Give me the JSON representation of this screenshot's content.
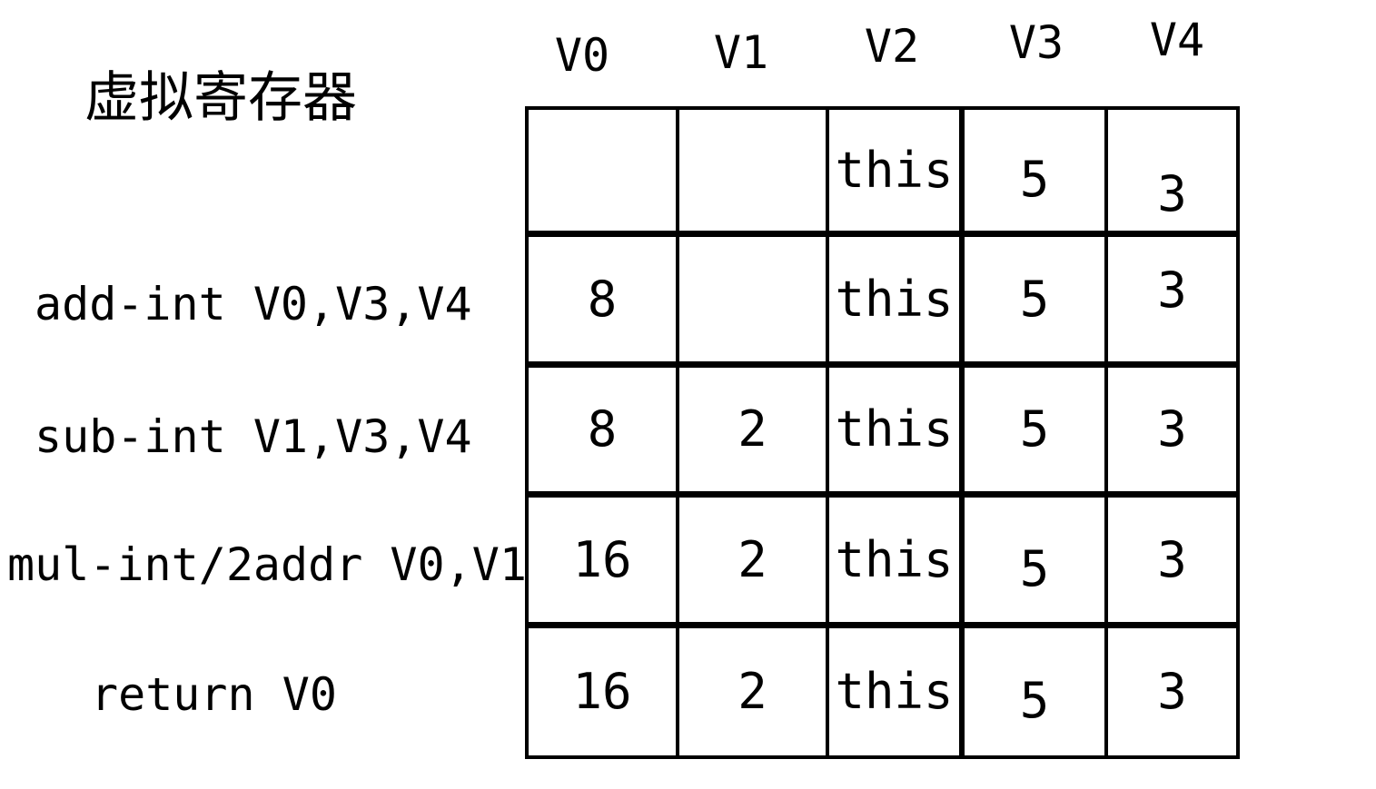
{
  "title": "虚拟寄存器",
  "table": {
    "columns": [
      "V0",
      "V1",
      "V2",
      "V3",
      "V4"
    ],
    "rows": [
      {
        "label": "",
        "cells": [
          "",
          "",
          "this",
          "5",
          "3"
        ]
      },
      {
        "label": "add-int V0,V3,V4",
        "cells": [
          "8",
          "",
          "this",
          "5",
          "3"
        ]
      },
      {
        "label": "sub-int V1,V3,V4",
        "cells": [
          "8",
          "2",
          "this",
          "5",
          "3"
        ]
      },
      {
        "label": "mul-int/2addr V0,V1",
        "cells": [
          "16",
          "2",
          "this",
          "5",
          "3"
        ]
      },
      {
        "label": "return V0",
        "cells": [
          "16",
          "2",
          "this",
          "5",
          "3"
        ]
      }
    ]
  },
  "colors": {
    "ink": "#000000",
    "background": "#ffffff"
  }
}
